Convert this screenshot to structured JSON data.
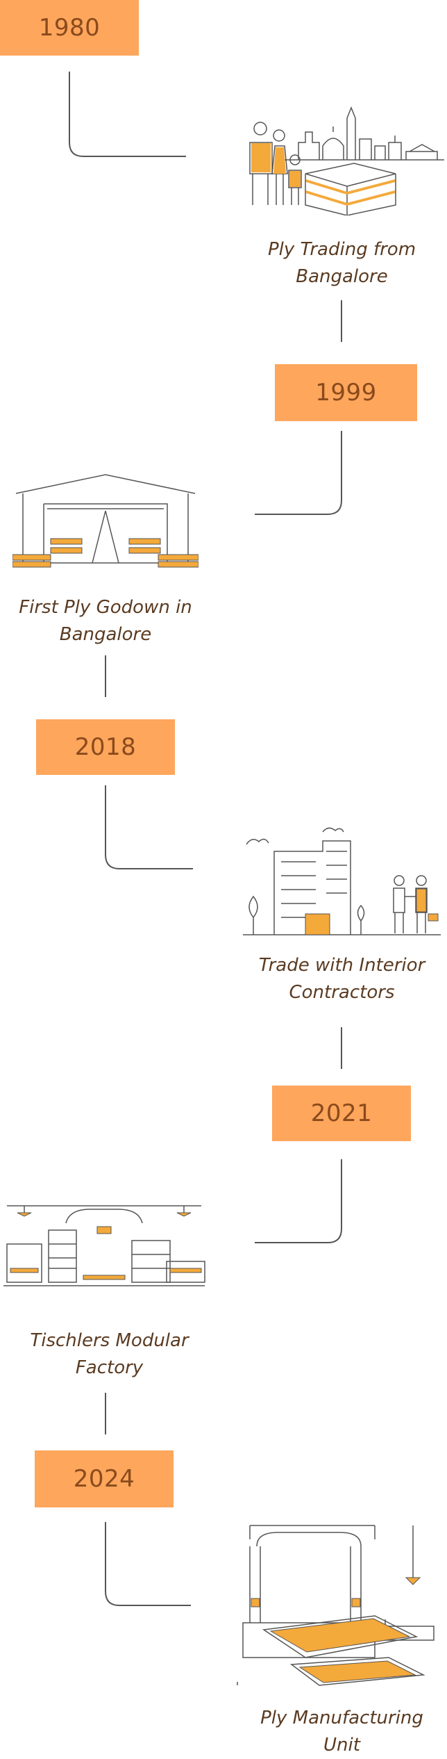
{
  "timeline": [
    {
      "year": "1980",
      "caption_lines": [
        "Ply Trading from",
        "Bangalore"
      ],
      "illustration": "family-with-plywood-and-city-skyline-icon"
    },
    {
      "year": "1999",
      "caption_lines": [
        "First Ply Godown in",
        "Bangalore"
      ],
      "illustration": "warehouse-godown-icon"
    },
    {
      "year": "2018",
      "caption_lines": [
        "Trade with Interior",
        "Contractors"
      ],
      "illustration": "office-building-handshake-icon"
    },
    {
      "year": "2021",
      "caption_lines": [
        "Tischlers Modular",
        "Factory"
      ],
      "illustration": "modular-factory-icon"
    },
    {
      "year": "2024",
      "caption_lines": [
        "Ply Manufacturing",
        "Unit"
      ],
      "illustration": "manufacturing-machine-icon"
    }
  ],
  "colors": {
    "year_box": "#fda65c",
    "year_text": "#8a4a1c",
    "caption_text": "#5a3b22",
    "line": "#555555",
    "accent": "#f4a93b"
  }
}
